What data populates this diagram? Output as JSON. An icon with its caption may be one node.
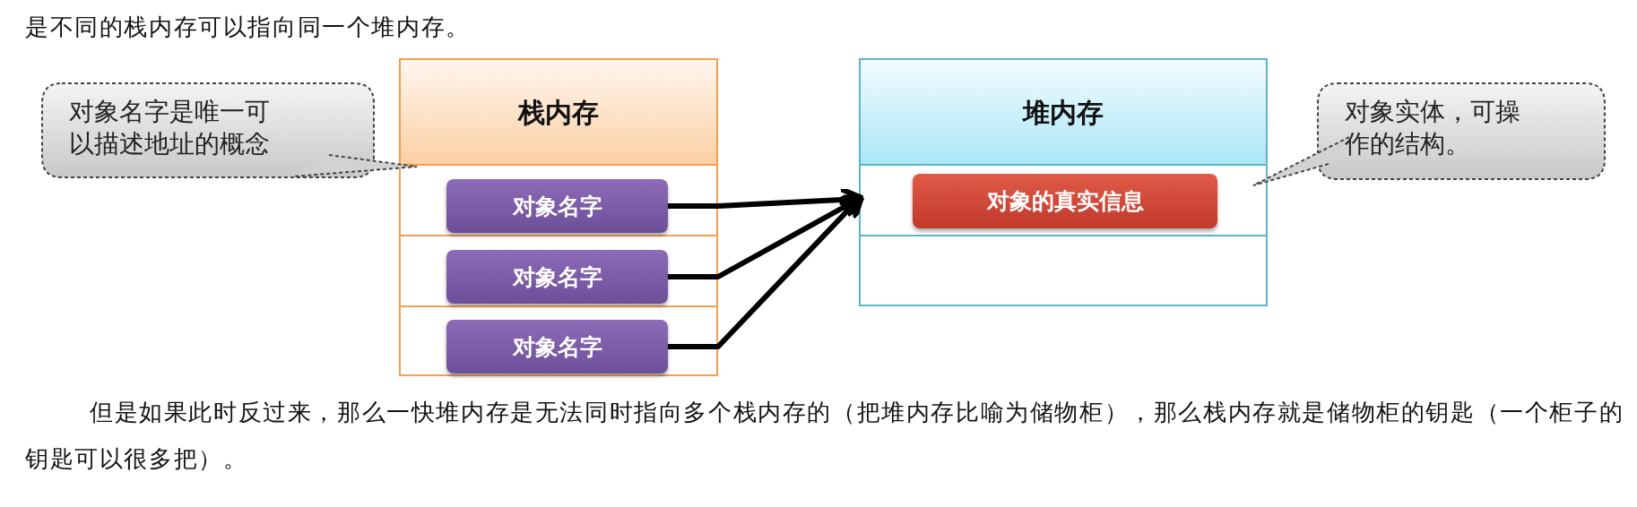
{
  "diagram": {
    "nodes": [
      {
        "text": [
          "栈内存"
        ]
      },
      {
        "text": [
          "对象名字"
        ],
        "in": 0
      },
      {
        "text": [
          "对象名字"
        ],
        "in": 0
      },
      {
        "text": [
          "对象名字"
        ],
        "in": 0
      },
      {
        "text": [
          "堆内存"
        ]
      },
      {
        "text": [
          "对象的真实信息"
        ],
        "in": 4
      },
      {
        "text": [
          "对象名字是唯一可以描述地址的概念"
        ]
      },
      {
        "text": [
          "对象实体，可操作的结构。"
        ]
      }
    ],
    "edges": [
      {
        "from": 1,
        "to": 4,
        "arrow": "to"
      },
      {
        "from": 2,
        "to": 4,
        "arrow": "to"
      },
      {
        "from": 3,
        "to": 4,
        "arrow": "to"
      }
    ],
    "labels": [
      "是不同的栈内存可以指向同一个堆内存。",
      "但是如果此时反过来，那么一快堆内存是无法同时指向多个栈内存的（把堆内存比喻为储物柜），那么栈内存就是储物柜的钥匙（一个柜子的钥匙可以很多把）。"
    ]
  }
}
